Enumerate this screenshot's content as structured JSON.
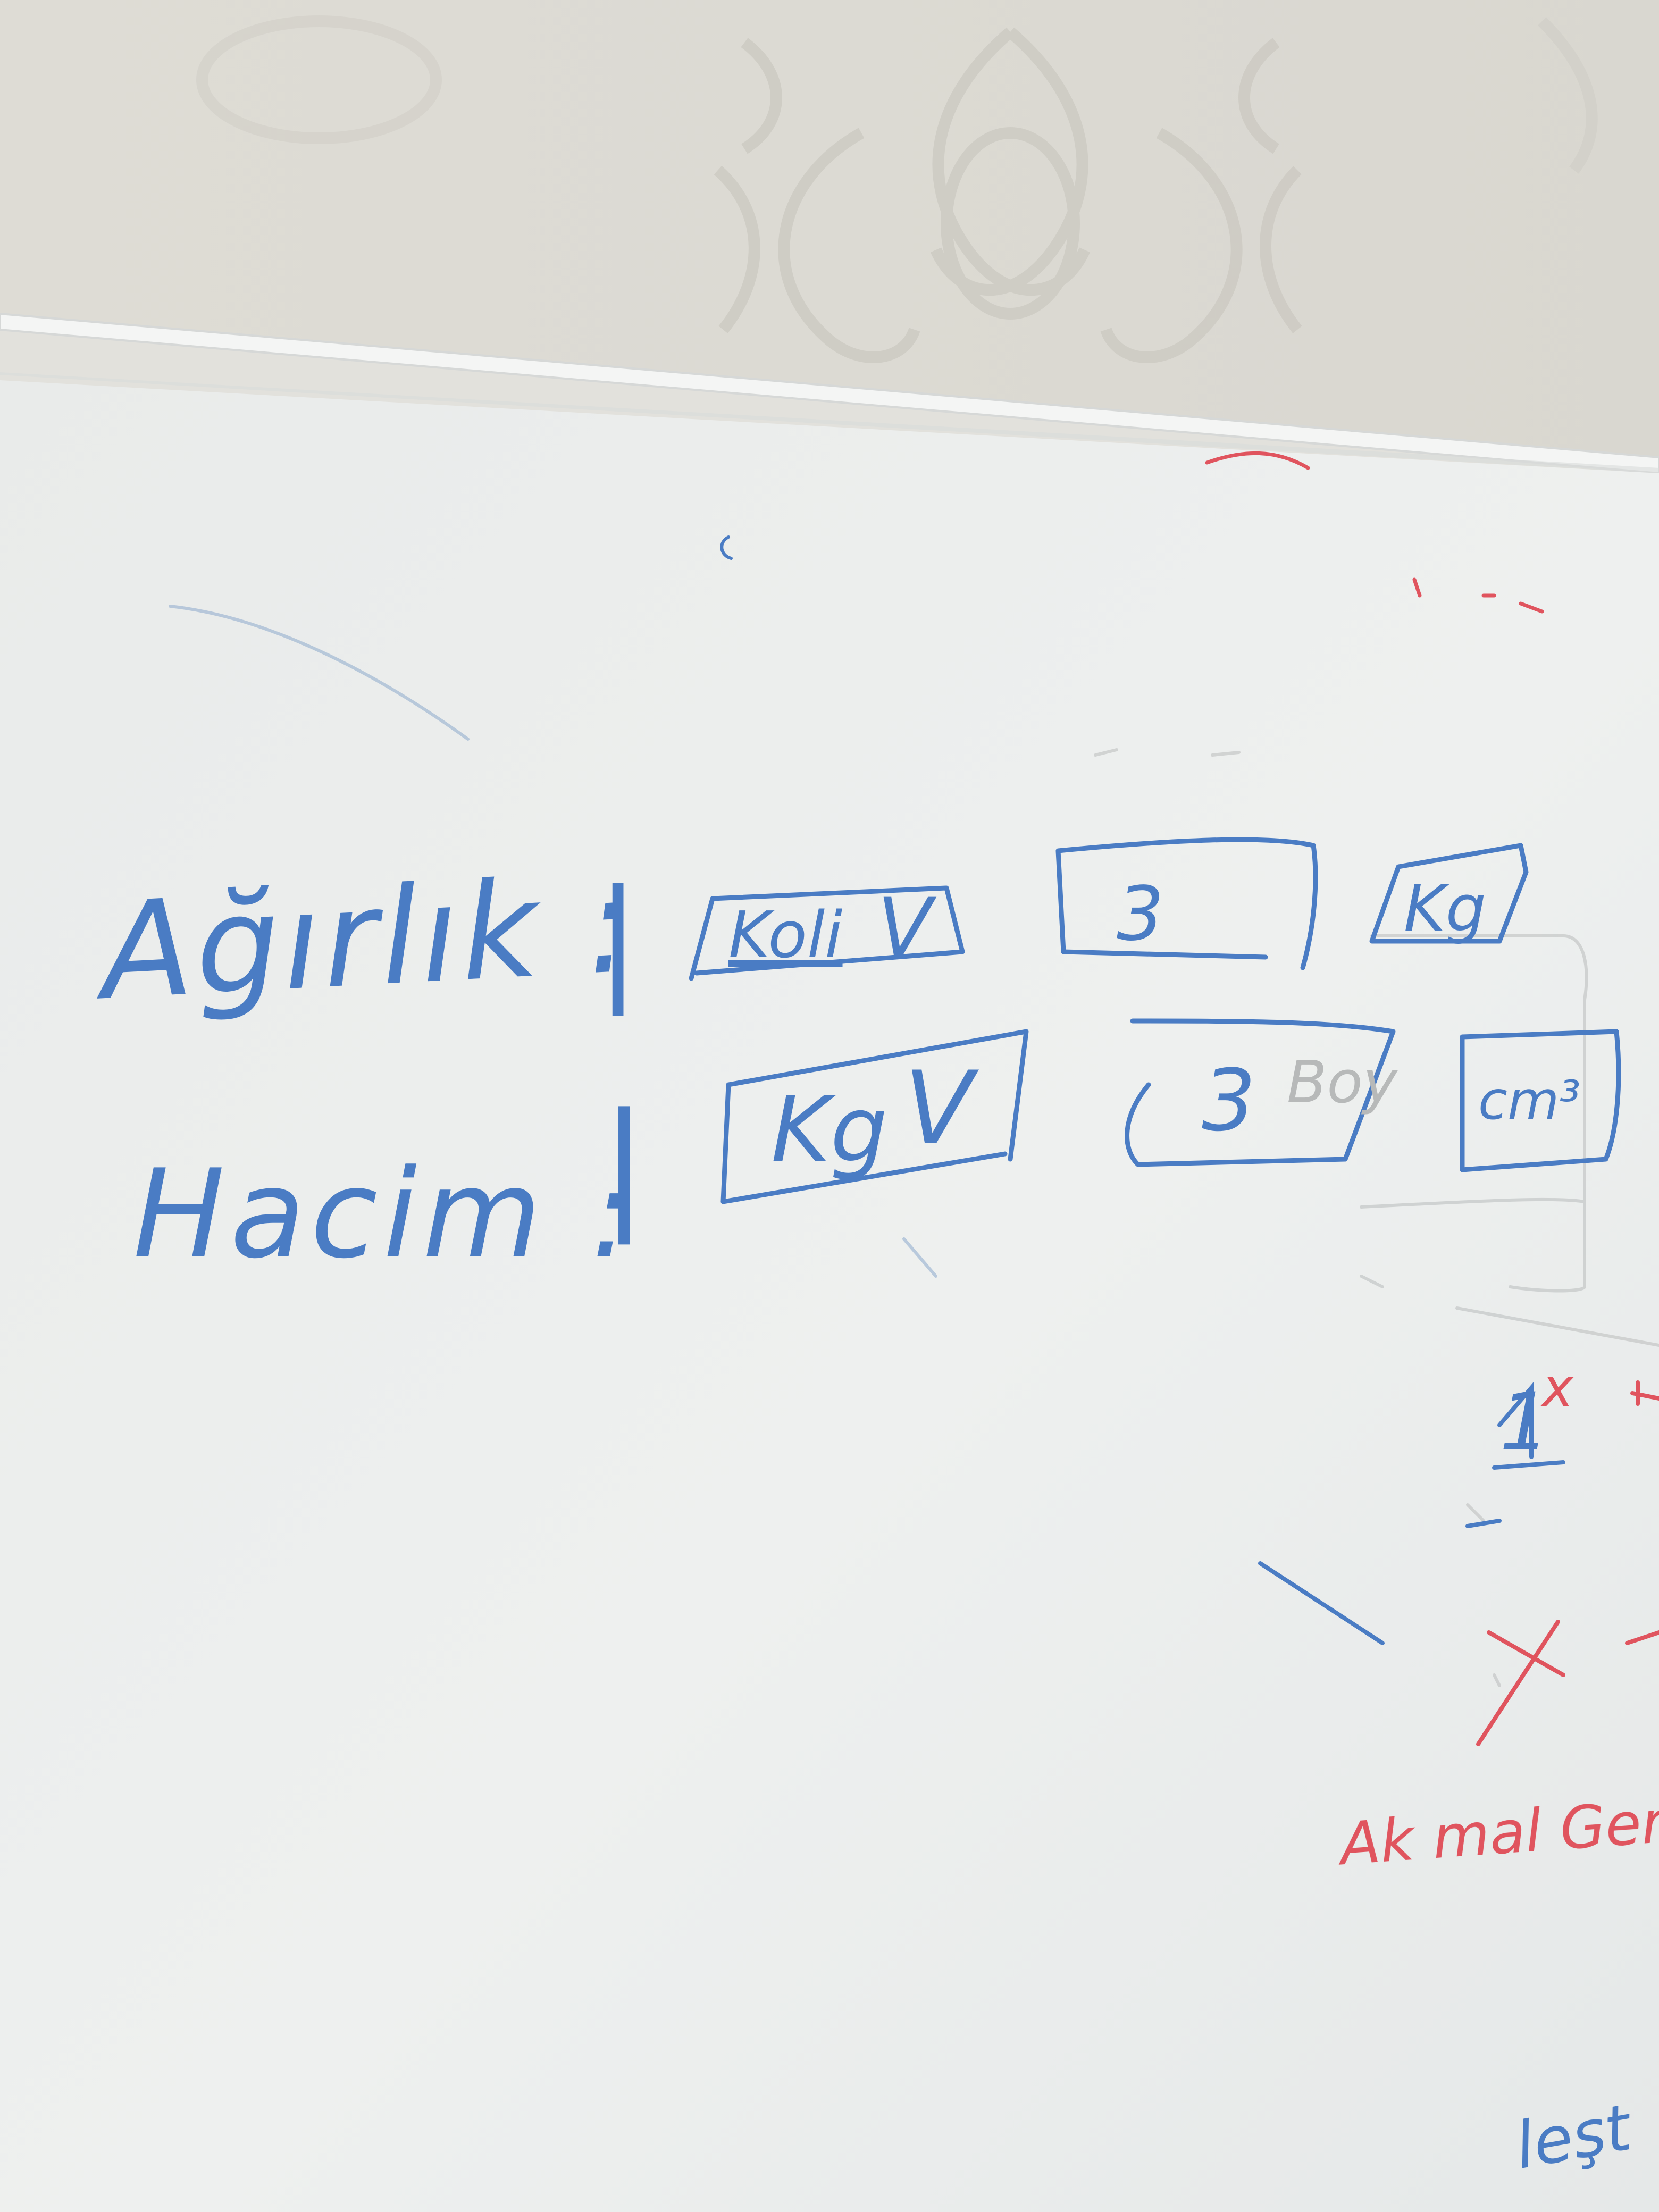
{
  "scene": {
    "description_tag": "whiteboard",
    "colors": {
      "wallpaper": "#dddcd6",
      "wallpaper_pattern": "#cfcdc5",
      "board": "#eceeed",
      "board_frame": "#f4f5f4",
      "marker_blue": "#4a7cc4",
      "marker_red": "#e0545e",
      "ghost": "#b9bcbc"
    }
  },
  "row1": {
    "label": "Ağırlık :",
    "bar": "|",
    "box1": "Koli",
    "check1": "V",
    "box2": "3",
    "box3": "Kg"
  },
  "row2": {
    "label": "Hacim :",
    "bar": "|",
    "box1": "Kg",
    "check1": "V",
    "box2": "3",
    "box2_ghost": "Boy",
    "box3": "cm³"
  },
  "right_edge": {
    "red_text": "Ak mal Geril",
    "blue_bottom": "leşt",
    "blue_mark": "1",
    "red_x_small": "x",
    "red_x_large": "X"
  }
}
